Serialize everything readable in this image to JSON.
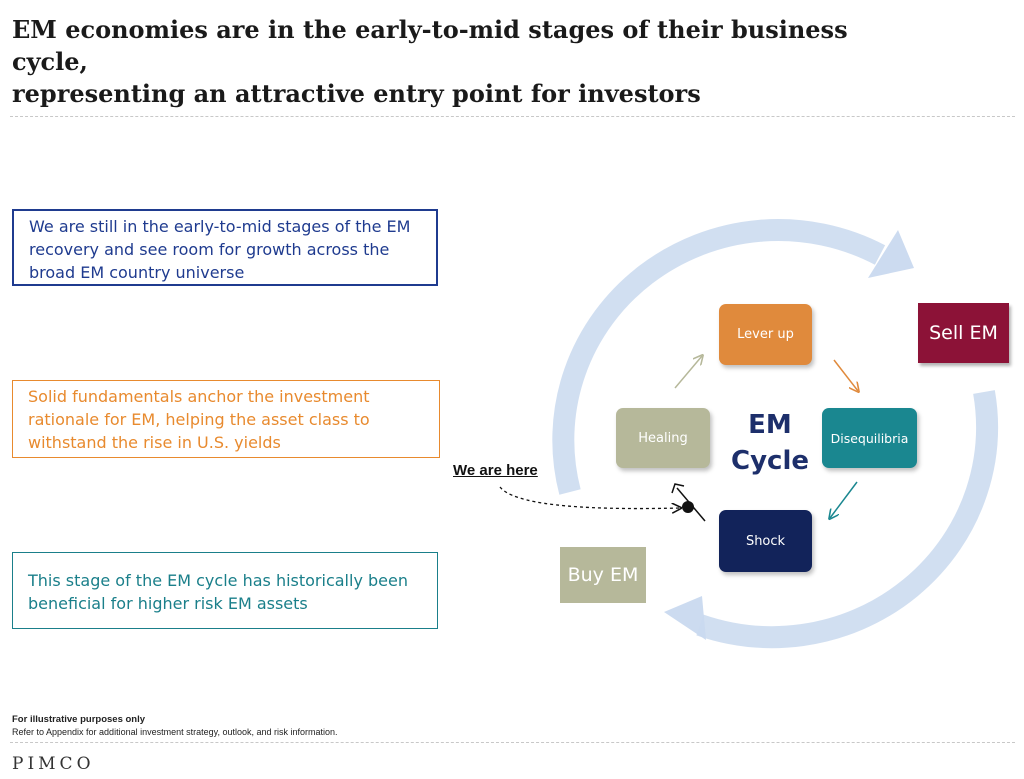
{
  "header": {
    "title_line1": "EM economies are in the early-to-mid stages of their business cycle,",
    "title_line2": "representing an attractive entry point for investors"
  },
  "notes": [
    "We are still in the early-to-mid stages of the EM recovery and see room for growth across the broad EM country universe",
    "Solid fundamentals anchor the investment rationale for EM, helping the asset class to withstand the rise in U.S. yields",
    "This stage of the EM cycle has historically been beneficial for higher risk EM assets"
  ],
  "cycle": {
    "center_line1": "EM",
    "center_line2": "Cycle",
    "stages": {
      "lever_up": "Lever up",
      "disequilibria": "Disequilibria",
      "shock": "Shock",
      "healing": "Healing"
    },
    "sell_label": "Sell EM",
    "buy_label": "Buy EM",
    "marker_label": "We are here"
  },
  "colors": {
    "lever_up": "#e08a3c",
    "disequilibria": "#1a8790",
    "shock": "#12235a",
    "healing": "#b6b89a",
    "sell": "#8c1237",
    "buy": "#b6b89a",
    "outer_arrow": "#c9d9ef"
  },
  "footer": {
    "note_bold": "For illustrative purposes only",
    "note": "Refer to Appendix for additional investment strategy, outlook, and risk information.",
    "brand": "PIMCO"
  }
}
